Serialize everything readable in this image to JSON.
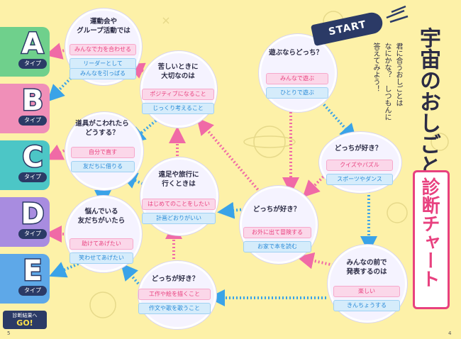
{
  "colors": {
    "bg": "#fdf1a8",
    "pink": "#e8417f",
    "blue": "#2a8ad8",
    "navy": "#2b3a66"
  },
  "tabs": [
    {
      "letter": "A",
      "sub": "タイプ",
      "color": "#6fd08c"
    },
    {
      "letter": "B",
      "sub": "タイプ",
      "color": "#f08fb8"
    },
    {
      "letter": "C",
      "sub": "タイプ",
      "color": "#4cc6c6"
    },
    {
      "letter": "D",
      "sub": "タイプ",
      "color": "#a88ce0"
    },
    {
      "letter": "E",
      "sub": "タイプ",
      "color": "#5ea8e8"
    }
  ],
  "title": {
    "main": "宇宙のおしごと",
    "sub": "診断チャート",
    "start": "START",
    "lead": [
      "君に合うおしごとは",
      "なにかな？　しつもんに",
      "答えてみよう！"
    ]
  },
  "goal": {
    "line1": "診断結果へ",
    "line2": "GO!"
  },
  "page_numbers": {
    "left": "5",
    "right": "4"
  },
  "questions": {
    "q1": {
      "text": [
        "遊ぶならどっち？"
      ],
      "a": "みんなで遊ぶ",
      "b": "ひとりで遊ぶ"
    },
    "q2": {
      "text": [
        "どっちが好き？"
      ],
      "a": "クイズやパズル",
      "b": "スポーツやダンス"
    },
    "q3": {
      "text": [
        "どっちが好き？"
      ],
      "a": "お外に出て冒険する",
      "b": "お家で本を読む"
    },
    "q4": {
      "text": [
        "みんなの前で",
        "発表するのは"
      ],
      "a": "楽しい",
      "b": "きんちょうする"
    },
    "q5": {
      "text": [
        "遠足や旅行に",
        "行くときは"
      ],
      "a": "はじめてのことをしたい",
      "b": "計画どおりがいい"
    },
    "q6": {
      "text": [
        "苦しいときに",
        "大切なのは"
      ],
      "a": "ポジティブになること",
      "b": "じっくり考えること"
    },
    "q7": {
      "text": [
        "運動会や",
        "グループ活動では"
      ],
      "a": "みんなで力を合わせる",
      "b1": "リーダーとして",
      "b2": "みんなを引っぱる"
    },
    "q8": {
      "text": [
        "道具がこわれたら",
        "どうする？"
      ],
      "a": "自分で直す",
      "b": "友だちに借りる"
    },
    "q9": {
      "text": [
        "悩んでいる",
        "友だちがいたら"
      ],
      "a": "助けてあげたい",
      "b": "笑わせてあげたい"
    },
    "q10": {
      "text": [
        "どっちが好き？"
      ],
      "a": "工作や絵を描くこと",
      "b": "作文や歌を歌うこと"
    }
  }
}
